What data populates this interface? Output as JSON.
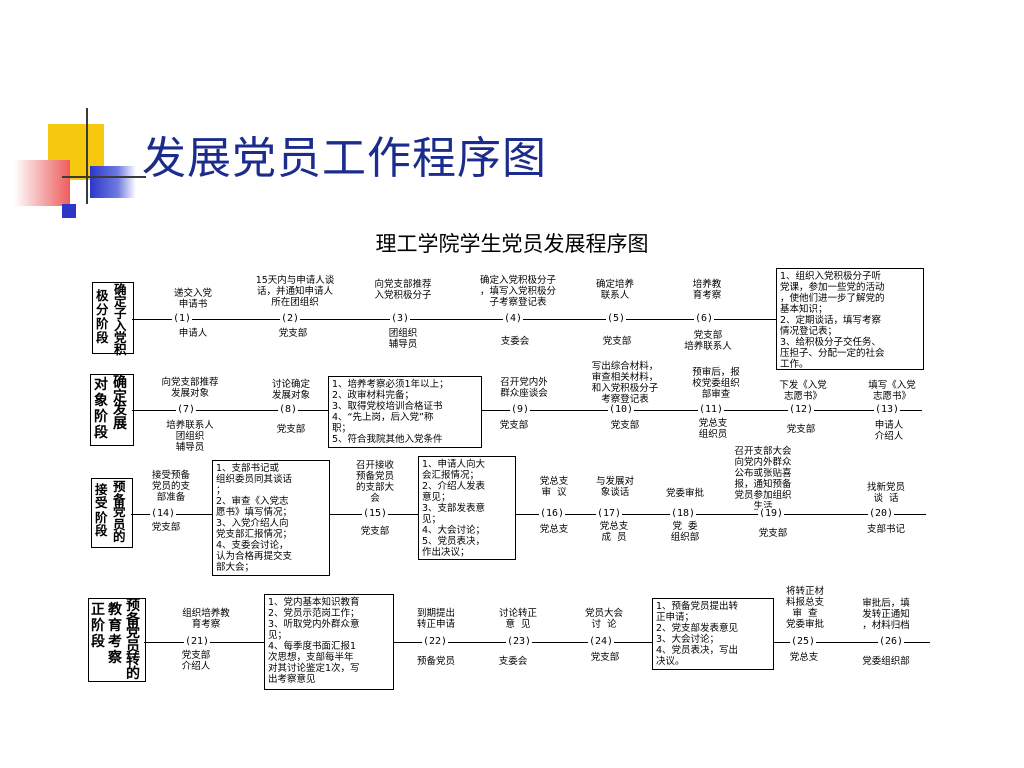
{
  "slide_title": "发展党员工作程序图",
  "chart_title": "理工学院学生党员发展程序图",
  "stages": {
    "s1": {
      "a": "极\n分\n阶\n段",
      "b": "确\n定\n子\n入\n党\n积"
    },
    "s2": {
      "a": "对\n象\n阶\n段",
      "b": "确\n定\n发\n展"
    },
    "s3": {
      "a": "接\n受",
      "b": "预\n备\n党\n员\n的",
      "c": "阶\n段"
    },
    "s4": {
      "a": "正\n阶\n段",
      "b": "教\n育\n考\n察",
      "c": "预\n备\n党\n员\n转\n的"
    }
  },
  "row1": {
    "items": [
      {
        "top": "递交入党\n申请书",
        "num": "(1)",
        "bottom": "申请人"
      },
      {
        "top": "15天内与申请人谈\n话，并通知申请人\n所在团组织",
        "num": "(2)",
        "bottom": "党支部"
      },
      {
        "top": "向党支部推荐\n入党积极分子",
        "num": "(3)",
        "bottom": "团组织\n辅导员"
      },
      {
        "top": "确定入党积极分子\n，填写入党积极分\n子考察登记表",
        "num": "(4)",
        "bottom": "支委会"
      },
      {
        "top": "确定培养\n联系人",
        "num": "(5)",
        "bottom": "党支部"
      },
      {
        "top": "培养教\n育考察",
        "num": "(6)",
        "bottom": "党支部\n培养联系人"
      }
    ],
    "note": "1、组织入党积极分子听\n党课，参加一些党的活动\n，使他们进一步了解党的\n基本知识；\n2、定期谈话，填写考察\n情况登记表；\n3、给积极分子交任务、\n压担子、分配一定的社会\n工作。"
  },
  "row2": {
    "items": [
      {
        "top": "向党支部推荐\n发展对象",
        "num": "(7)",
        "bottom": "培养联系人\n团组织\n辅导员"
      },
      {
        "top": "讨论确定\n发展对象",
        "num": "(8)",
        "bottom": "党支部"
      },
      {
        "top": "召开党内外\n群众座谈会",
        "num": "(9)",
        "bottom": "党支部"
      },
      {
        "top": "写出综合材料，\n审查相关材料，\n和入党积极分子\n考察登记表",
        "num": "(10)",
        "bottom": "党支部"
      },
      {
        "top": "预审后，报\n校党委组织\n部审查",
        "num": "(11)",
        "bottom": "党总支\n组织员"
      },
      {
        "top": "下发《入党\n志愿书》",
        "num": "(12)",
        "bottom": "党支部"
      },
      {
        "top": "填写《入党\n志愿书》",
        "num": "(13)",
        "bottom": "申请人\n介绍人"
      }
    ],
    "note": "1、培养考察必须1年以上；\n2、政审材料完备；\n3、取得党校培训合格证书\n4、“先上岗，后入党”称\n职；\n5、符合我院其他入党条件"
  },
  "row3": {
    "items": [
      {
        "top": "接受预备\n党员的支\n部准备",
        "num": "(14)",
        "bottom": "党支部"
      },
      {
        "top": "召开接收\n预备党员\n的支部大\n会",
        "num": "(15)",
        "bottom": "党支部"
      },
      {
        "top": "党总支\n审  议",
        "num": "(16)",
        "bottom": "党总支"
      },
      {
        "top": "与发展对\n象谈话",
        "num": "(17)",
        "bottom": "党总支\n成  员"
      },
      {
        "top": "党委审批",
        "num": "(18)",
        "bottom": "党  委\n组织部"
      },
      {
        "top": "召开支部大会\n向党内外群众\n公布或张贴喜\n报，通知预备\n党员参加组织\n生活",
        "num": "(19)",
        "bottom": "党支部"
      },
      {
        "top": "找新党员\n谈  话",
        "num": "(20)",
        "bottom": "支部书记"
      }
    ],
    "note1": "1、支部书记或\n组织委员同其谈话\n；\n2、审查《入党志\n愿书》填写情况；\n3、入党介绍人向\n党支部汇报情况；\n4、支委会讨论，\n认为合格再提交支\n部大会；",
    "note2": "1、申请人向大\n会汇报情况；\n2、介绍人发表\n意见；\n3、支部发表意\n见；\n4、大会讨论；\n5、党员表决，\n作出决议；"
  },
  "row4": {
    "items": [
      {
        "top": "组织培养教\n育考察",
        "num": "(21)",
        "bottom": "党支部\n介绍人"
      },
      {
        "top": "到期提出\n转正申请",
        "num": "(22)",
        "bottom": "预备党员"
      },
      {
        "top": "讨论转正\n意  见",
        "num": "(23)",
        "bottom": "支委会"
      },
      {
        "top": "党员大会\n讨  论",
        "num": "(24)",
        "bottom": "党支部"
      },
      {
        "top": "将转正材\n料报总支\n审  查\n党委审批",
        "num": "(25)",
        "bottom": "党总支"
      },
      {
        "top": "审批后，填\n发转正通知\n，材料归档",
        "num": "(26)",
        "bottom": "党委组织部"
      }
    ],
    "note1": "1、党内基本知识教育\n2、党员示范岗工作；\n3、听取党内外群众意\n见；\n4、每季度书面汇报1\n次思想，支部每半年\n对其讨论鉴定1次，写\n出考察意见",
    "note2": "1、预备党员提出转\n正申请；\n2、党支部发表意见\n3、大会讨论；\n4、党员表决，写出\n决议。"
  },
  "colors": {
    "title": "#1b2c8c",
    "deco_yellow": "#f6c90e",
    "deco_blue": "#2c36c9",
    "deco_pink": "#f07a7a"
  }
}
